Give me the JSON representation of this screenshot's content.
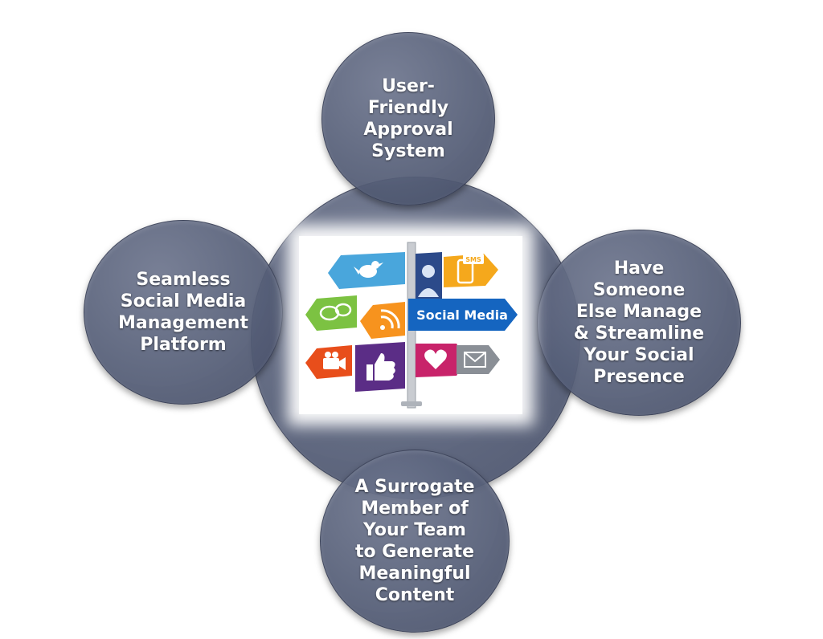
{
  "nodes": {
    "top": "User-\nFriendly\nApproval\nSystem",
    "left": "Seamless\nSocial Media\nManagement\nPlatform",
    "right": "Have\nSomeone\nElse Manage\n& Streamline\nYour Social\nPresence",
    "bottom": "A Surrogate\nMember of\nYour Team\nto Generate\nMeaningful\nContent"
  },
  "signpost": {
    "main_sign": "Social Media",
    "sms_label": "SMS"
  },
  "colors": {
    "circle_fill": "#5f6780",
    "text": "#ffffff",
    "sign_twitter": "#49a6dc",
    "sign_orange": "#f5a81c",
    "sign_green": "#7cc242",
    "sign_rss": "#f7931e",
    "sign_blue": "#1565c0",
    "sign_red": "#e84e1b",
    "sign_purple": "#5b2d86",
    "sign_pink": "#c8236a",
    "sign_gray": "#8a8f96",
    "sign_user": "#2c4a8a"
  }
}
